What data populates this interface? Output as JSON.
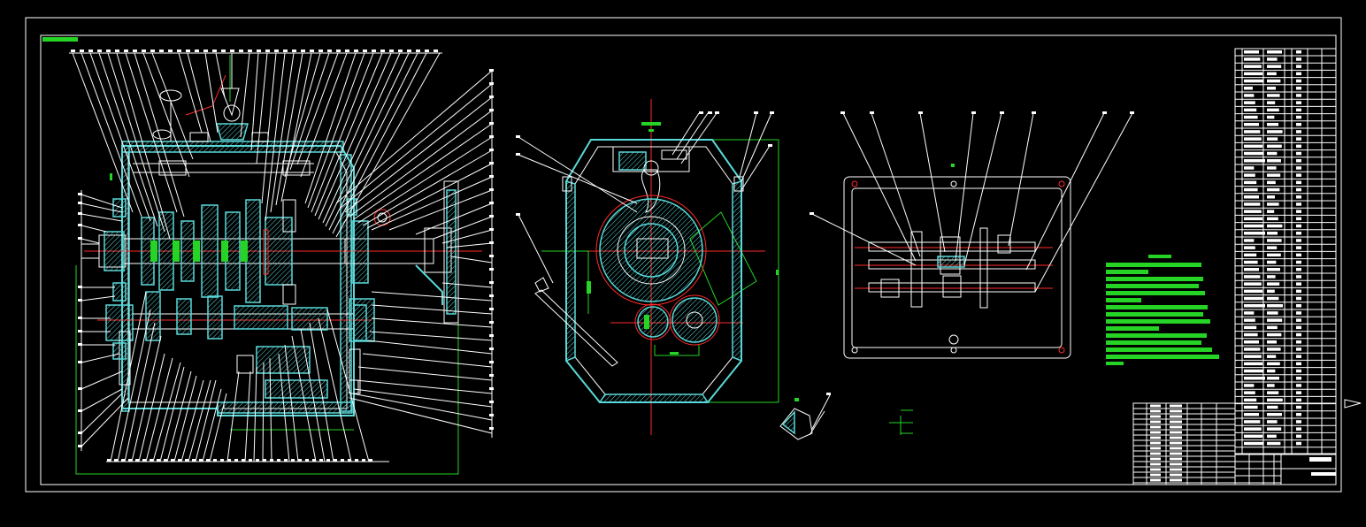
{
  "drawing": {
    "background": "#000000",
    "colors": {
      "outline": "#ffffff",
      "section_hatch": "#5ad8d8",
      "center_lines": "#ff2a2a",
      "dimensions": "#25d425"
    },
    "views": [
      "gearbox-longitudinal-section",
      "gearbox-cross-section",
      "shaft-arrangement-view",
      "detail-view",
      "technical-requirements-notes",
      "parts-list-table",
      "title-block"
    ]
  }
}
